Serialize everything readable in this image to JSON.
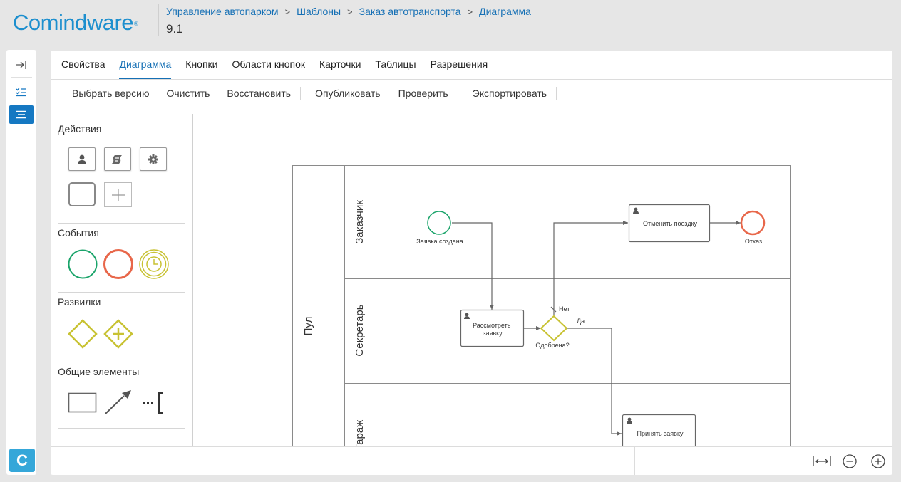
{
  "app": {
    "logo_text": "Comindware",
    "logo_mark": "®",
    "badge_letter": "C",
    "brand_color": "#1d8fce",
    "accent": "#1670b5"
  },
  "breadcrumb": [
    "Управление автопарком",
    "Шаблоны",
    "Заказ автотранспорта",
    "Диаграмма"
  ],
  "version": "9.1",
  "rail": {
    "icons": [
      "expand-panel-icon",
      "checklist-icon",
      "list-icon"
    ]
  },
  "tabs": [
    {
      "label": "Свойства"
    },
    {
      "label": "Диаграмма",
      "active": true
    },
    {
      "label": "Кнопки"
    },
    {
      "label": "Области кнопок"
    },
    {
      "label": "Карточки"
    },
    {
      "label": "Таблицы"
    },
    {
      "label": "Разрешения"
    }
  ],
  "toolbar": {
    "select_version": "Выбрать версию",
    "clear": "Очистить",
    "restore": "Восстановить",
    "publish": "Опубликовать",
    "validate": "Проверить",
    "export": "Экспортировать"
  },
  "palette": {
    "actions_title": "Действия",
    "events_title": "События",
    "gateways_title": "Развилки",
    "common_title": "Общие элементы",
    "event_colors": {
      "start": "#1aa46a",
      "end": "#e8674a",
      "timer": "#c8c233"
    },
    "gateway_color": "#c8c233"
  },
  "diagram": {
    "pool_label": "Пул",
    "lanes": [
      "Заказчик",
      "Секретарь",
      "Гараж"
    ],
    "start_event_label": "Заявка создана",
    "end_event_label": "Отказ",
    "task_review": "Рассмотреть заявку",
    "task_review_lines": [
      "Рассмотреть",
      "заявку"
    ],
    "task_cancel": "Отменить поездку",
    "task_accept": "Принять заявку",
    "gateway_label": "Одобрена?",
    "flow_no": "Нет",
    "flow_yes": "Да"
  },
  "footer": {
    "fit_icon": "fit-width-icon",
    "zoom_out_icon": "zoom-out-icon",
    "zoom_in_icon": "zoom-in-icon"
  }
}
